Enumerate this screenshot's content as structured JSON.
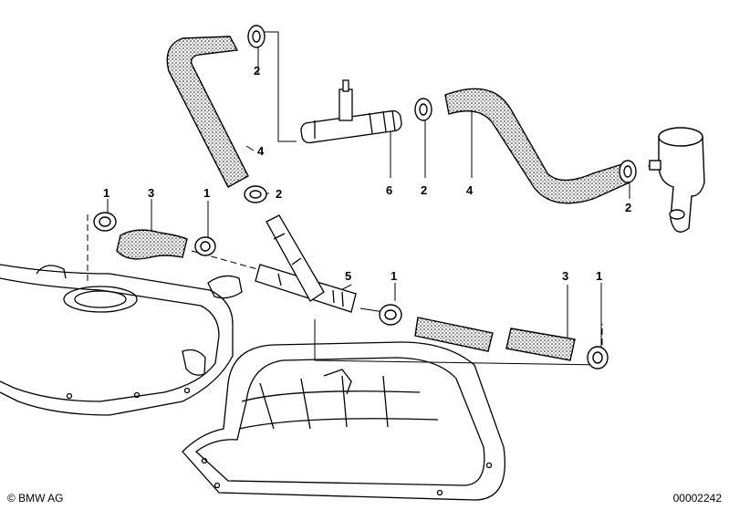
{
  "callouts": {
    "c1": "2",
    "c2": "4",
    "c3": "6",
    "c4": "2",
    "c5": "4",
    "c6": "2",
    "c7": "2",
    "c8": "1",
    "c9": "3",
    "c10": "1",
    "c11": "5",
    "c12": "1",
    "c13": "3",
    "c14": "1"
  },
  "footer": {
    "copyright": "© BMW AG",
    "part_number": "00002242"
  }
}
